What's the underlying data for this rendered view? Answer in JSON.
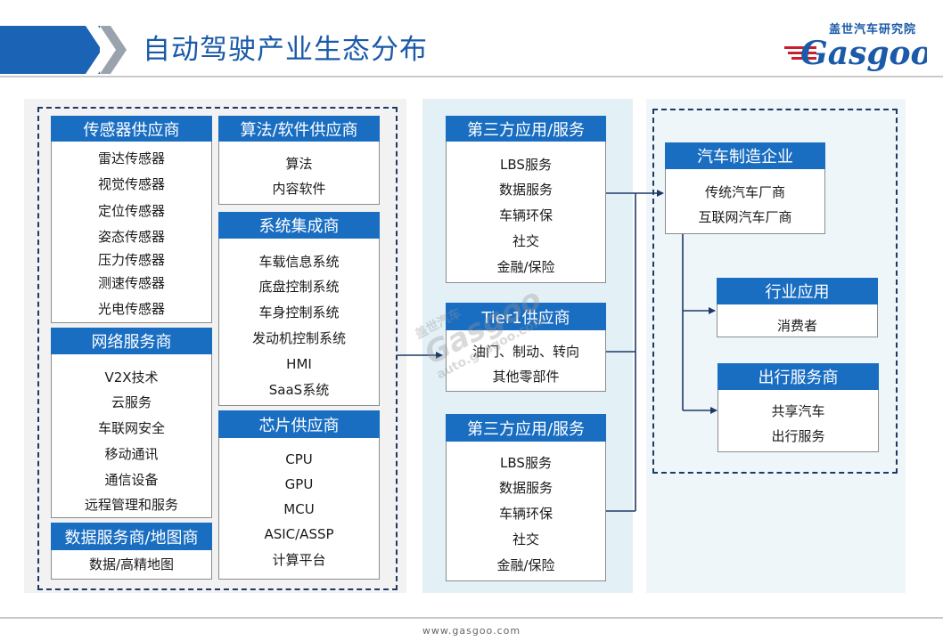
{
  "header": {
    "title": "自动驾驶产业生态分布",
    "logo_cn": "盖世汽车研究院",
    "logo_en": "Gasgoo"
  },
  "left": {
    "sensor": {
      "title": "传感器供应商",
      "items": [
        "雷达传感器",
        "视觉传感器",
        "定位传感器",
        "姿态传感器",
        "压力传感器",
        "测速传感器",
        "光电传感器"
      ]
    },
    "network": {
      "title": "网络服务商",
      "items": [
        "V2X技术",
        "云服务",
        "车联网安全",
        "移动通讯",
        "通信设备",
        "远程管理和服务"
      ]
    },
    "data": {
      "title": "数据服务商/地图商",
      "items": [
        "数据/高精地图"
      ]
    },
    "algo": {
      "title": "算法/软件供应商",
      "items": [
        "算法",
        "内容软件"
      ]
    },
    "system": {
      "title": "系统集成商",
      "items": [
        "车载信息系统",
        "底盘控制系统",
        "车身控制系统",
        "发动机控制系统",
        "HMI",
        "SaaS系统"
      ]
    },
    "chip": {
      "title": "芯片供应商",
      "items": [
        "CPU",
        "GPU",
        "MCU",
        "ASIC/ASSP",
        "计算平台"
      ]
    }
  },
  "middle": {
    "third_top": {
      "title": "第三方应用/服务",
      "items": [
        "LBS服务",
        "数据服务",
        "车辆环保",
        "社交",
        "金融/保险"
      ]
    },
    "tier1": {
      "title": "Tier1供应商",
      "items": [
        "油门、制动、转向",
        "其他零部件"
      ]
    },
    "third_bottom": {
      "title": "第三方应用/服务",
      "items": [
        "LBS服务",
        "数据服务",
        "车辆环保",
        "社交",
        "金融/保险"
      ]
    }
  },
  "right": {
    "oem": {
      "title": "汽车制造企业",
      "items": [
        "传统汽车厂商",
        "互联网汽车厂商"
      ]
    },
    "industry": {
      "title": "行业应用",
      "items": [
        "消费者"
      ]
    },
    "mobility": {
      "title": "出行服务商",
      "items": [
        "共享汽车",
        "出行服务"
      ]
    }
  },
  "watermark": {
    "cn": "盖世汽车",
    "en": "Gasgoo",
    "url": "auto.gasgoo.com"
  },
  "footer": {
    "url": "www.gasgoo.com"
  }
}
